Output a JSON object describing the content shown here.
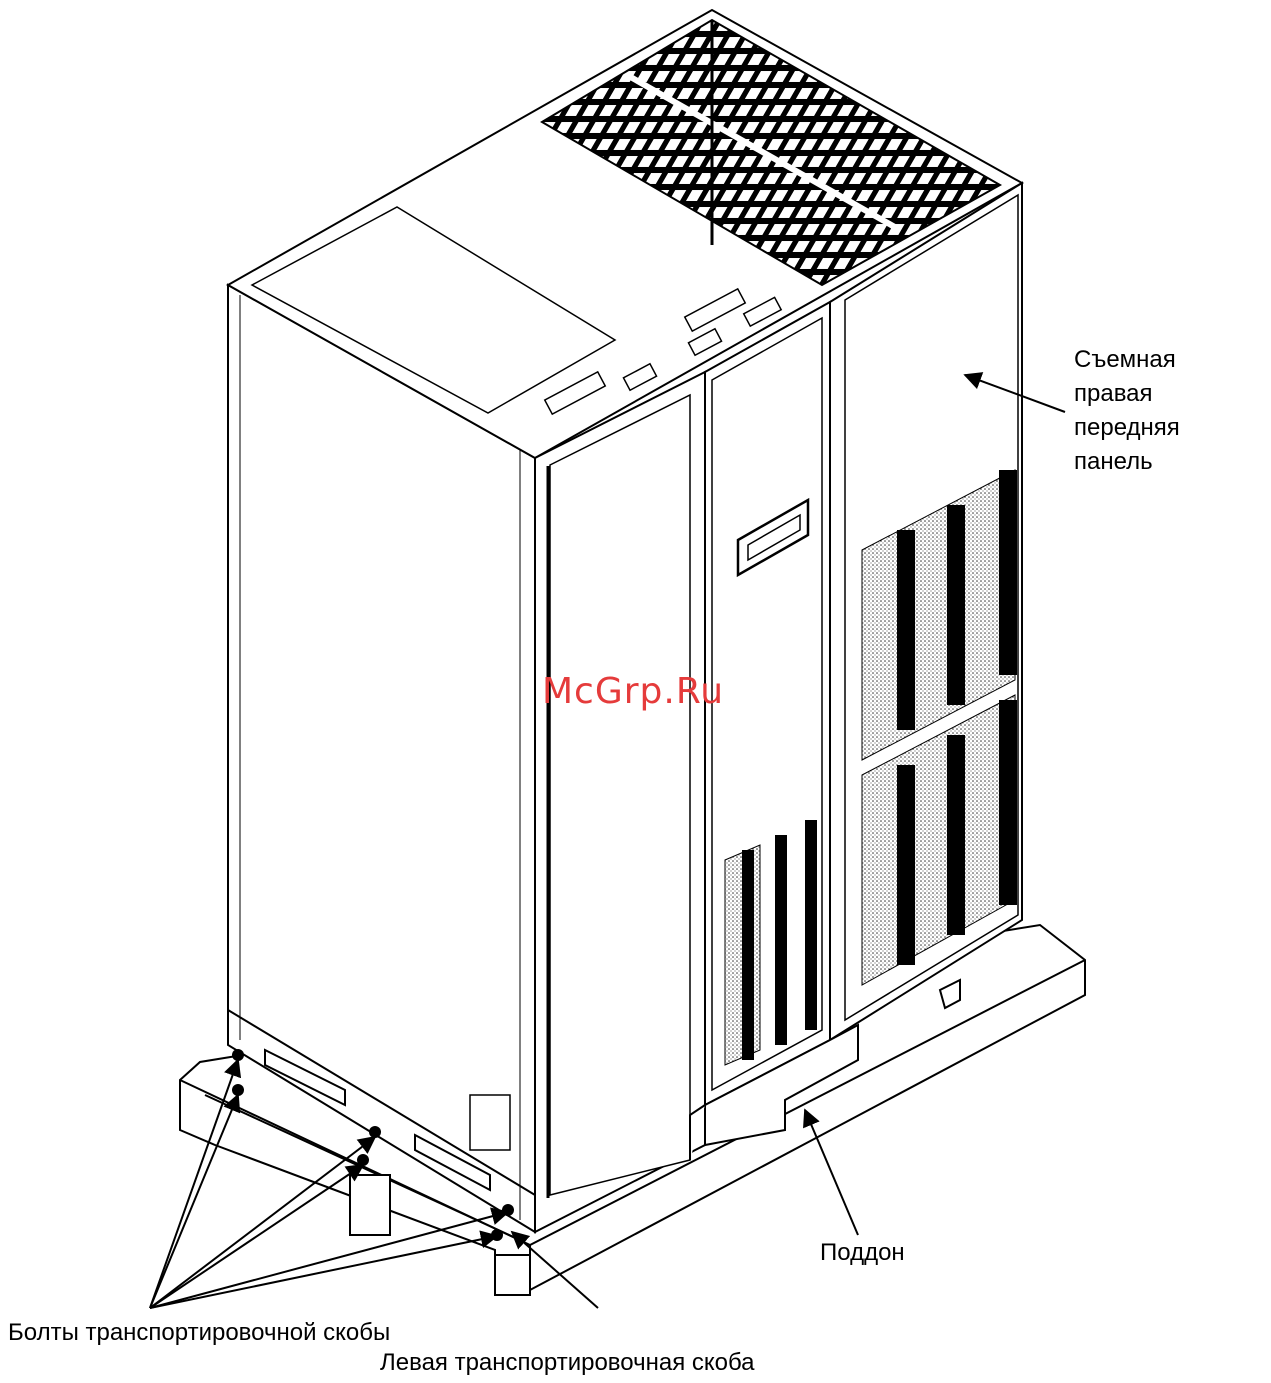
{
  "labels": {
    "right_panel_line1": "Съемная",
    "right_panel_line2": "правая",
    "right_panel_line3": "передняя",
    "right_panel_line4": "панель",
    "pallet": "Поддон",
    "bracket_bolts": "Болты транспортировочной скобы",
    "left_bracket": "Левая транспортировочная скоба"
  },
  "watermark": "McGrp.Ru",
  "colors": {
    "line": "#000000",
    "watermark": "#e53b3b",
    "background": "#ffffff"
  }
}
